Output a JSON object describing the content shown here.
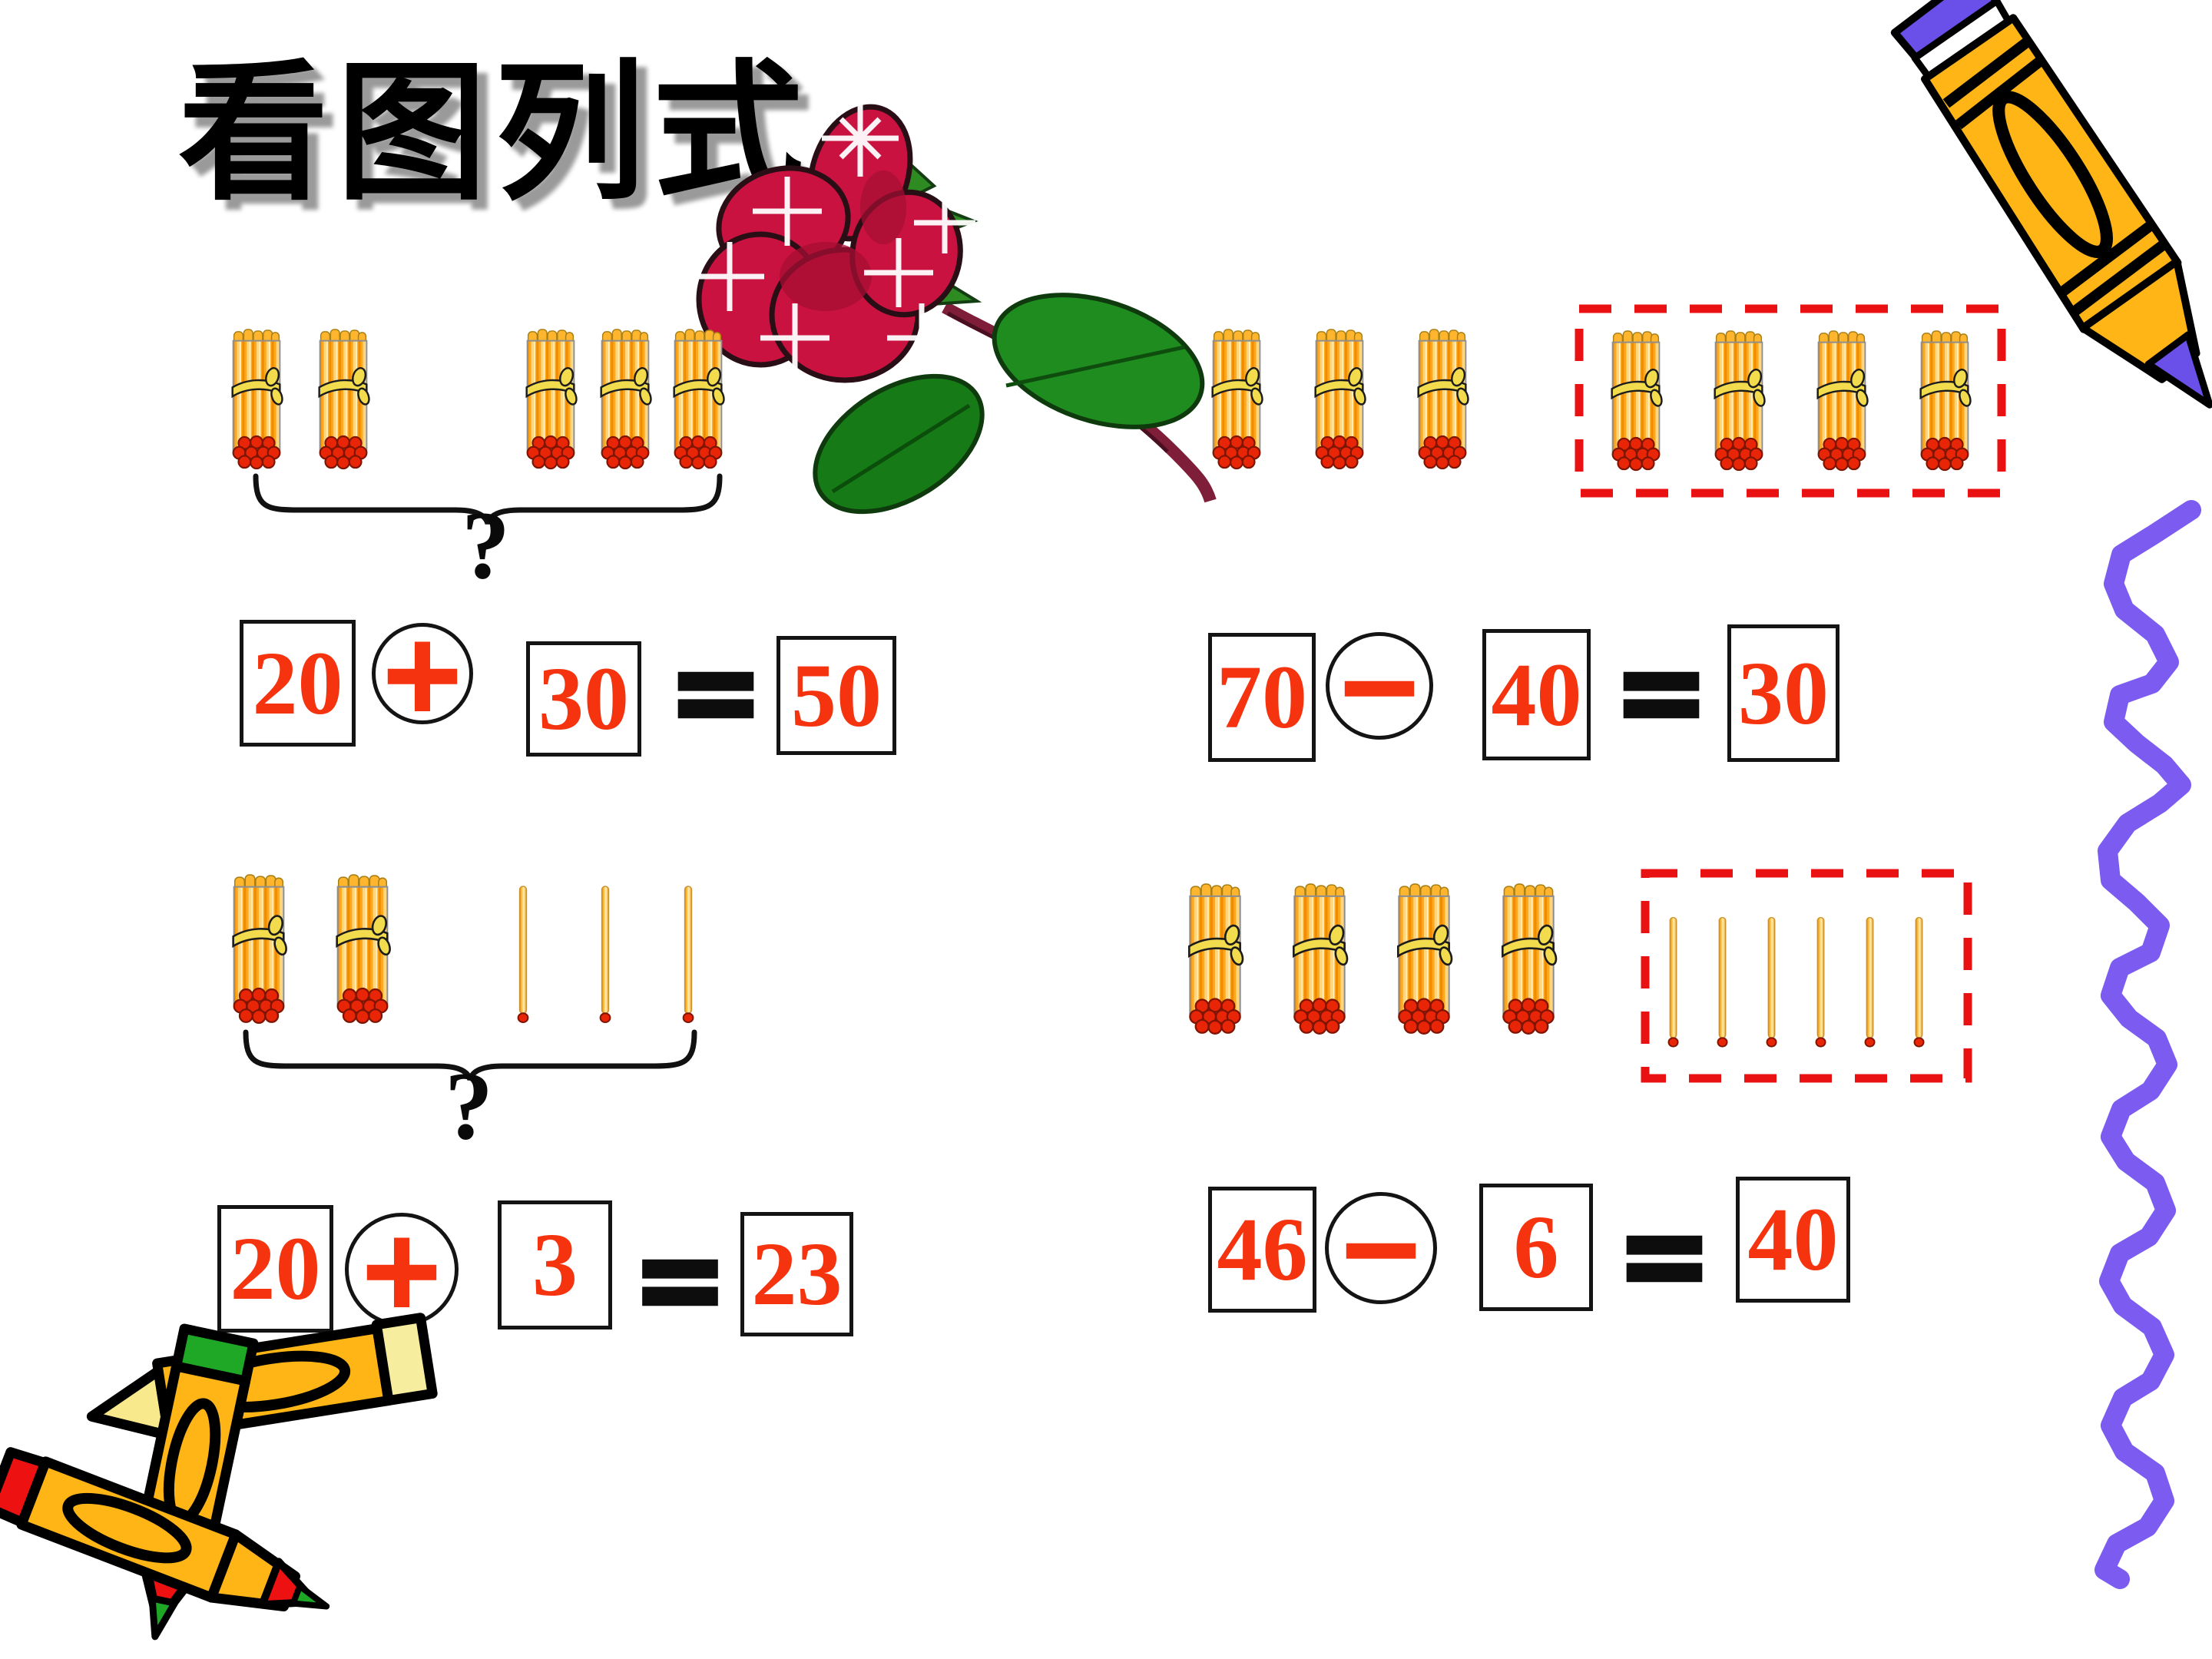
{
  "slide": {
    "title": "看图列式"
  },
  "symbols": {
    "question_mark": "?",
    "equals": "="
  },
  "equations": {
    "e1": {
      "a": "20",
      "op": "+",
      "b": "30",
      "result": "50"
    },
    "e2": {
      "a": "70",
      "op": "−",
      "b": "40",
      "result": "30"
    },
    "e3": {
      "a": "20",
      "op": "+",
      "b": "3",
      "result": "23"
    },
    "e4": {
      "a": "46",
      "op": "−",
      "b": "6",
      "result": "40"
    }
  },
  "stick_diagrams": {
    "top_left": {
      "bundles_group1": 2,
      "bundles_group2": 3,
      "brace_label": "?"
    },
    "top_right": {
      "bundles_outside": 3,
      "bundles_in_dashed_box": 4
    },
    "bottom_left": {
      "bundles": 2,
      "single_sticks": 3,
      "brace_label": "?"
    },
    "bottom_right": {
      "bundles": 4,
      "single_sticks_in_dashed_box": 6
    }
  },
  "colors": {
    "number_red": "#F5330F",
    "dashed_box_red": "#E91111",
    "stick_orange": "#FFA81E",
    "ribbon_yellow": "#F2DC4E",
    "stick_tip_red": "#E92508",
    "squiggle_purple": "#7B5BF0",
    "crayon_orange": "#FFB515",
    "crayon_purple": "#6A4FE8"
  }
}
